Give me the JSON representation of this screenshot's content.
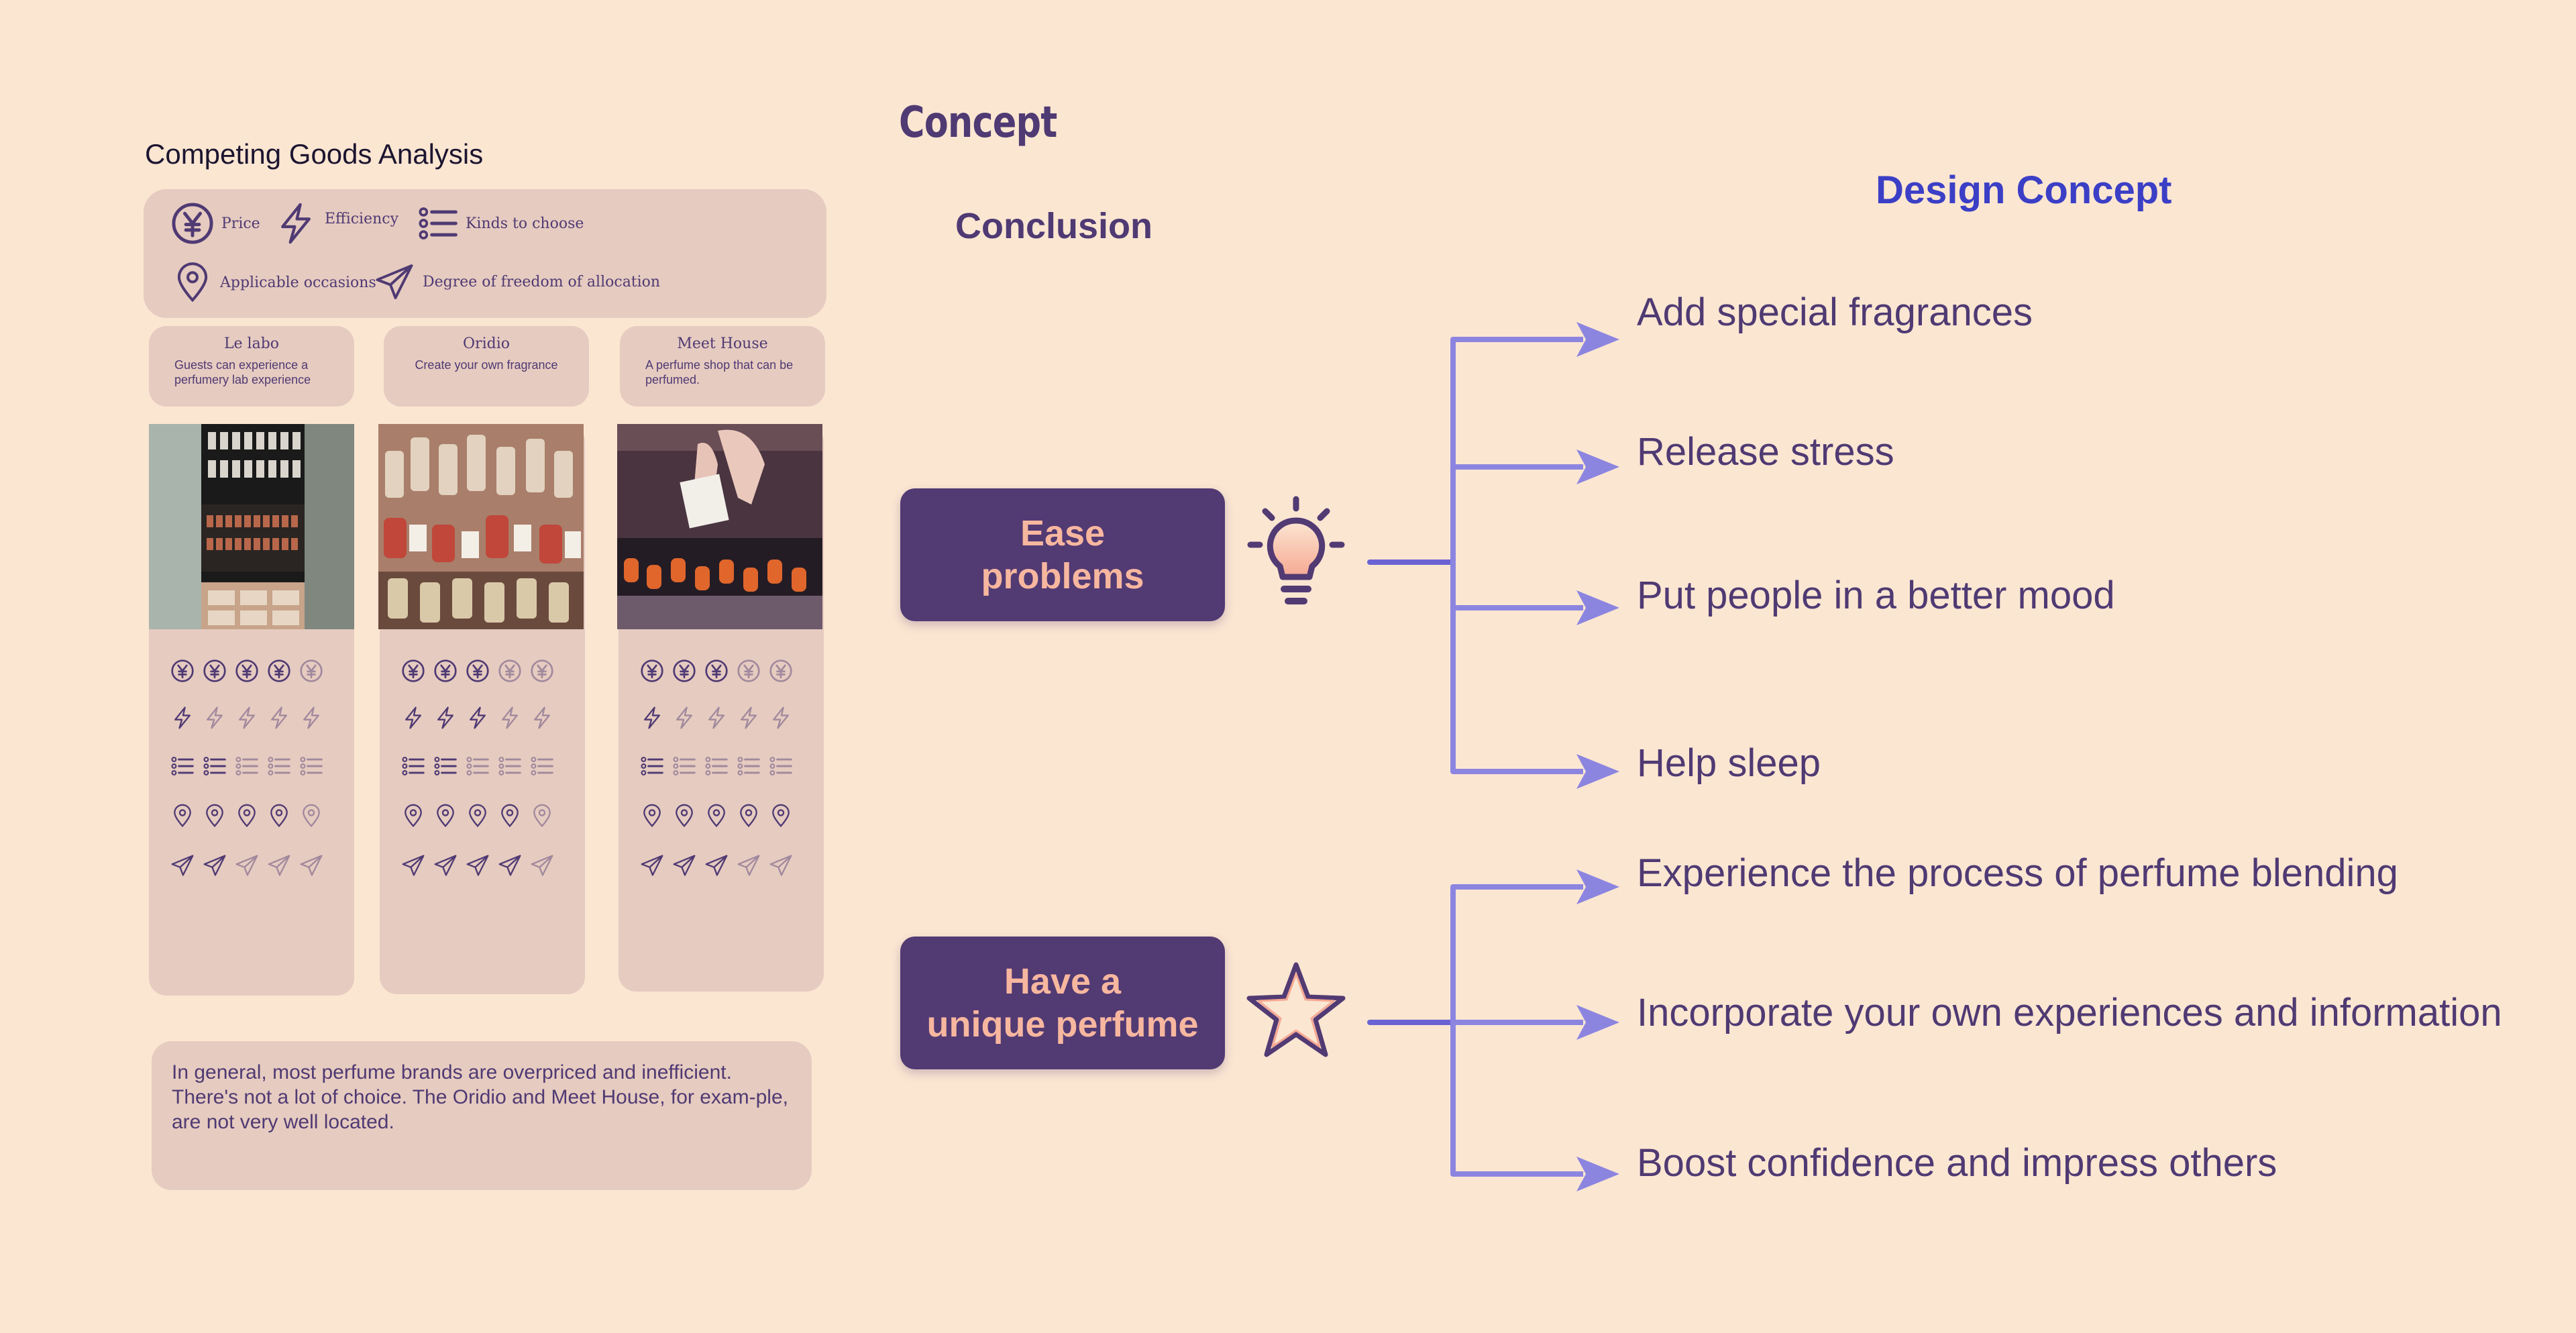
{
  "left_panel": {
    "title": "Competing Goods Analysis",
    "legend": [
      {
        "icon": "yuan-icon",
        "label": "Price"
      },
      {
        "icon": "bolt-icon",
        "label": "Efficiency"
      },
      {
        "icon": "list-icon",
        "label": "Kinds to choose"
      },
      {
        "icon": "location-pin-icon",
        "label": "Applicable occasions"
      },
      {
        "icon": "paper-plane-icon",
        "label": "Degree of freedom of allocation"
      }
    ],
    "brands": [
      {
        "name": "Le labo",
        "desc": "Guests can experience a perfumery lab experience",
        "ratings": {
          "price": 4,
          "efficiency": 1,
          "kinds": 2,
          "occasions": 4,
          "freedom": 2
        }
      },
      {
        "name": "Oridio",
        "desc": "Create your own fragrance",
        "ratings": {
          "price": 3,
          "efficiency": 3,
          "kinds": 2,
          "occasions": 4,
          "freedom": 4
        }
      },
      {
        "name": "Meet House",
        "desc": "A perfume shop that can be perfumed.",
        "ratings": {
          "price": 3,
          "efficiency": 1,
          "kinds": 1,
          "occasions": 5,
          "freedom": 3
        }
      }
    ],
    "summary": "In general, most perfume brands are overpriced and inefficient. There's not a lot of choice. The Oridio and Meet House, for exam-ple, are not very well located."
  },
  "concept": {
    "title": "Concept",
    "conclusion_heading": "Conclusion",
    "design_heading": "Design Concept",
    "groups": [
      {
        "label_line1": "Ease",
        "label_line2": "problems",
        "icon": "lightbulb-icon",
        "items": [
          "Add special fragrances",
          "Release stress",
          "Put people in a better mood",
          "Help sleep"
        ]
      },
      {
        "label_line1": "Have a",
        "label_line2": "unique perfume",
        "icon": "star-icon",
        "items": [
          "Experience the process of perfume blending",
          "Incorporate your own experiences and information",
          "Boost confidence and impress others"
        ]
      }
    ]
  },
  "colors": {
    "background": "#fbe6d2",
    "card": "#e6cbc0",
    "purple": "#523a73",
    "accent_blue": "#3b3fc6",
    "arrow": "#8c85e0",
    "pill_text": "#f7b79f"
  }
}
